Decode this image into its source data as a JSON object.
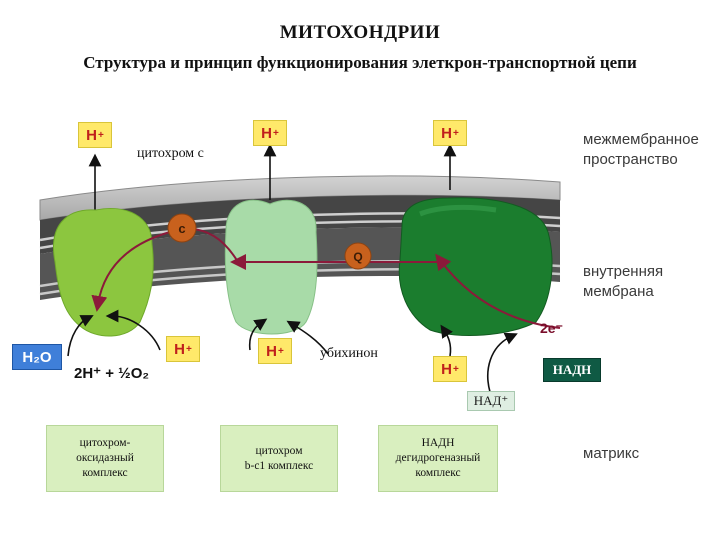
{
  "title": "МИТОХОНДРИИ",
  "subtitle": "Структура и принцип функционирования элеткрон-транспортной цепи",
  "h_ion": {
    "symbol": "H",
    "charge": "+"
  },
  "labels": {
    "cytochrome_c": "цитохром с",
    "intermembrane": [
      "межмембранное",
      "пространство"
    ],
    "inner_membrane": [
      "внутренняя",
      "мембрана"
    ],
    "matrix": "матрикс",
    "ubiquinone": "убихинон",
    "c_marker": "c",
    "q_marker": "Q",
    "electrons": "2e⁻",
    "water": "H₂O",
    "reaction": "2H⁺ + ½O₂",
    "nadh": "НАДН",
    "nad_plus": "НАД⁺"
  },
  "complexes": [
    {
      "id": "cytochrome-oxidase",
      "lines": [
        "цитохром-",
        "оксидазный",
        "комплекс"
      ]
    },
    {
      "id": "bc1",
      "lines": [
        "цитохром",
        "b-c1 комплекс"
      ]
    },
    {
      "id": "nadh-dehydrogenase",
      "lines": [
        "НАДН",
        "дегидрогеназный",
        "комплекс"
      ]
    }
  ],
  "colors": {
    "membrane_top": "#b7b7b7",
    "membrane_side": "#4f4f4f",
    "complex_oxidase": "#8cc63f",
    "complex_bc1": "#a8dba8",
    "complex_nadh": "#1b7d2e",
    "electron_path": "#8b1a3a",
    "carrier": "#c8611d",
    "h_box": "#ffe96a",
    "h_text": "#c0201c"
  }
}
